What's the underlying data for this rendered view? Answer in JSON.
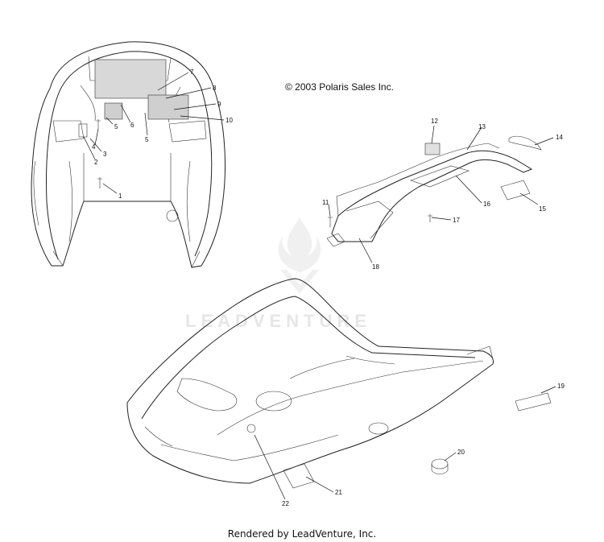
{
  "copyright": "© 2003 Polaris Sales Inc.",
  "footer": "Rendered by LeadVenture, Inc.",
  "watermark": "LEADVENTURE",
  "callouts": [
    "1",
    "2",
    "3",
    "4",
    "5",
    "5",
    "6",
    "7",
    "8",
    "9",
    "10",
    "11",
    "12",
    "13",
    "14",
    "15",
    "16",
    "17",
    "18",
    "19",
    "20",
    "21",
    "22"
  ]
}
